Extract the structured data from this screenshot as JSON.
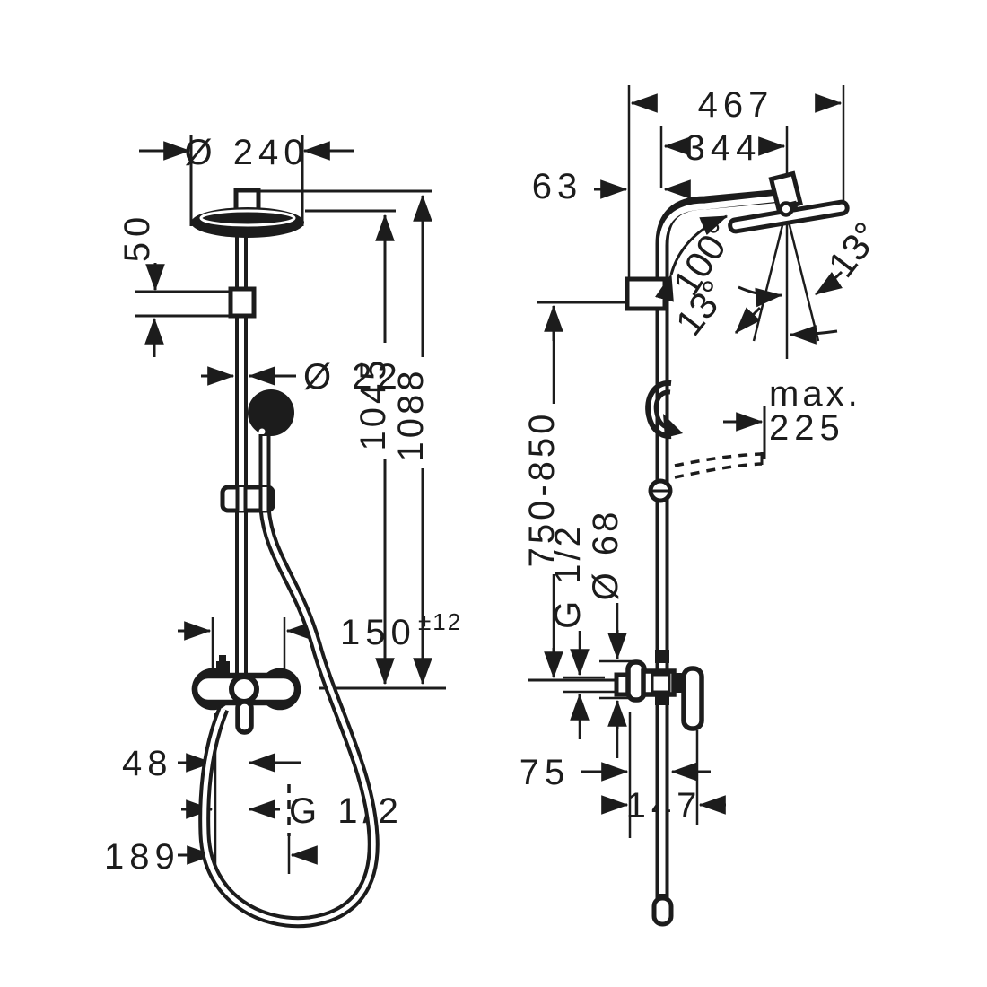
{
  "drawing": {
    "front_view": {
      "head_diameter": "Ø 240",
      "head_offset": "50",
      "pipe_diameter": "Ø 22",
      "pipe_height": "1045",
      "total_height": "1088",
      "connection_width": "150",
      "connection_tolerance": "±12",
      "outlet_offset": "48",
      "hose_thread": "G 1/2",
      "hose_loop_width": "189"
    },
    "side_view": {
      "total_reach": "467",
      "arm_reach": "344",
      "wall_clearance": "63",
      "head_swivel_angle": "100°",
      "head_tilt_left": "13°",
      "head_tilt_right": "13°",
      "handshower_max_label": "max.",
      "handshower_max_height": "225",
      "slide_height_range": "750-850",
      "connection_thread": "G 1/2",
      "escutcheon_diameter": "Ø 68",
      "hose_wall_offset": "75",
      "valve_depth": "147"
    }
  }
}
